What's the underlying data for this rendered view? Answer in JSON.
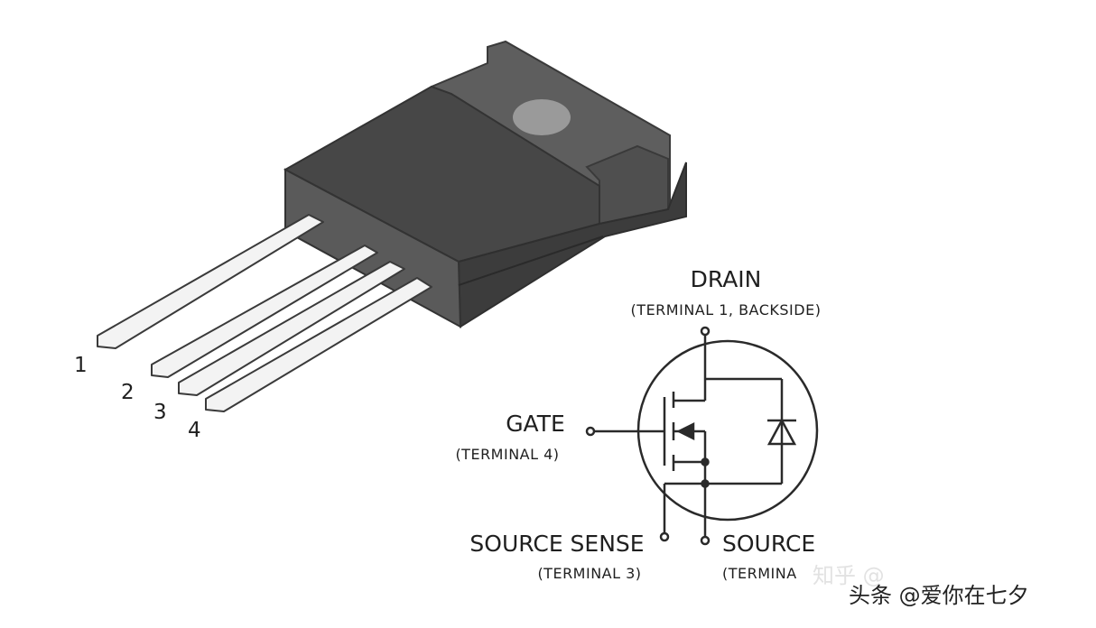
{
  "pins": [
    "1",
    "2",
    "3",
    "4"
  ],
  "labels": {
    "drain": "DRAIN",
    "drain_sub": "(TERMINAL 1, BACKSIDE)",
    "gate": "GATE",
    "gate_sub": "(TERMINAL 4)",
    "source_sense": "SOURCE SENSE",
    "source_sense_sub": "(TERMINAL 3)",
    "source": "SOURCE",
    "source_sub": "(TERMINA"
  },
  "watermarks": {
    "zhihu": "知乎 @",
    "toutiao": "头条 @爱你在七夕"
  },
  "colors": {
    "package_top": "#4a4a4a",
    "package_front": "#585858",
    "package_side": "#3a3a3a",
    "tab": "#6a6a6a",
    "hole": "#9a9a9a",
    "lead": "#f3f3f3",
    "line": "#2a2a2a"
  }
}
